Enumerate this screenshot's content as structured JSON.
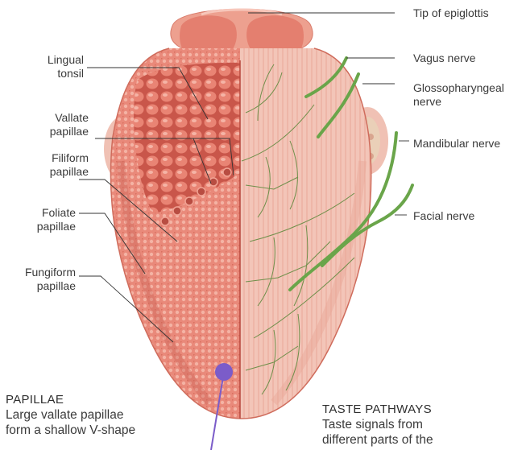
{
  "labels": {
    "lingual_tonsil": "Lingual\ntonsil",
    "vallate_papillae": "Vallate\npapillae",
    "filiform_papillae": "Filiform\npapillae",
    "foliate_papillae": "Foliate\npapillae",
    "fungiform_papillae": "Fungiform\npapillae",
    "tip_of_epiglottis": "Tip of epiglottis",
    "vagus_nerve": "Vagus nerve",
    "glossopharyngeal_nerve": "Glossopharyngeal\nnerve",
    "mandibular_nerve": "Mandibular nerve",
    "facial_nerve": "Facial nerve"
  },
  "captions": {
    "papillae_heading": "PAPILLAE",
    "papillae_text": "Large vallate papillae\nform a shallow V-shape",
    "pathways_heading": "TASTE PATHWAYS",
    "pathways_text": "Taste signals from\ndifferent parts of the"
  },
  "colors": {
    "tongue_left": "#e98b7c",
    "tongue_right": "#f3c3b6",
    "nerve": "#6aa54a",
    "leader_line": "#333333",
    "pointer": "#7b5cc9"
  }
}
